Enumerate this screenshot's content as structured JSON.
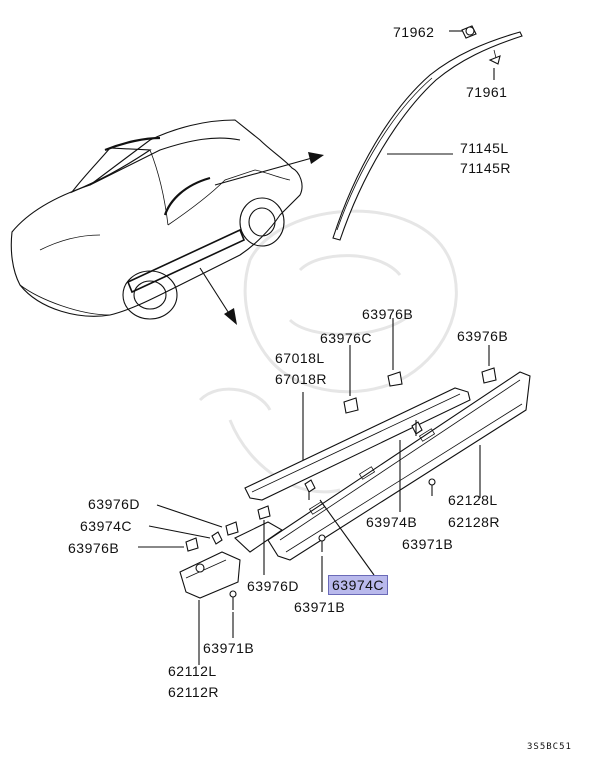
{
  "labels": {
    "p71962": "71962",
    "p71961": "71961",
    "p71145L": "71145L",
    "p71145R": "71145R",
    "p63976B_a": "63976B",
    "p63976C_a": "63976C",
    "p63976B_b": "63976B",
    "p67018L": "67018L",
    "p67018R": "67018R",
    "p63976D_a": "63976D",
    "p63974C_a": "63974C",
    "p63976B_c": "63976B",
    "p62128L": "62128L",
    "p62128R": "62128R",
    "p63974B": "63974B",
    "p63971B_a": "63971B",
    "p63976D_b": "63976D",
    "p63974C_hl": "63974C",
    "p63971B_b": "63971B",
    "p63971B_c": "63971B",
    "p62112L": "62112L",
    "p62112R": "62112R"
  },
  "diagram_code": "3S5BC51",
  "colors": {
    "highlight": "#b9b9ec",
    "line": "#111111"
  }
}
